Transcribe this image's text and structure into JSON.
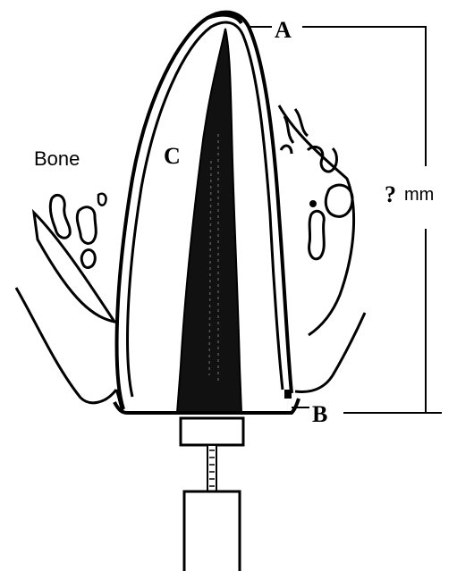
{
  "labels": {
    "point_a": "A",
    "point_b": "B",
    "point_c": "C",
    "bone": "Bone",
    "question_mark": "?",
    "unit": "mm"
  },
  "colors": {
    "ink": "#000000",
    "background": "#ffffff",
    "canal_fill": "#111111"
  }
}
